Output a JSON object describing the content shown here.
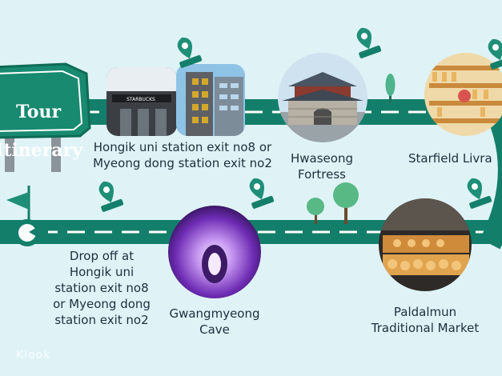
{
  "sign": {
    "line1": "Tour",
    "line2": "Itinerary"
  },
  "stops": {
    "hongik_myeongdong": "Hongik uni station exit no8 or\nMyeong dong station exit no2",
    "hwaseong": "Hwaseong\nFortress",
    "starfield": "Starfield Livra",
    "dropoff": "Drop off at\nHongik uni\nstation exit no8\nor Myeong dong\nstation exit no2",
    "gwangmyeong": "Gwangmyeong\nCave",
    "paldalmun": "Paldalmun\nTraditional Market"
  },
  "photo_text": {
    "starbucks": "STARBUCKS"
  },
  "watermark": "Klook",
  "colors": {
    "background": "#dff3f6",
    "road": "#137f6a",
    "road_dash": "#ffffff",
    "sign": "#178a70",
    "pin": "#1f8f78",
    "text": "#1f2d3d"
  },
  "icons": [
    "map-pin-icon",
    "tree-icon",
    "flag-icon"
  ]
}
